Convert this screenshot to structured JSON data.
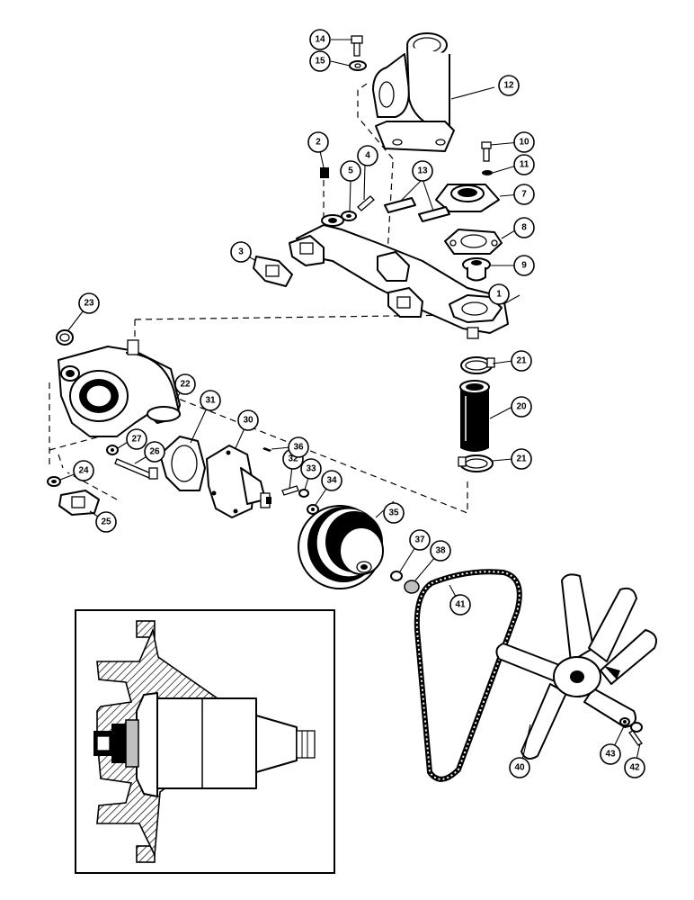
{
  "diagram": {
    "callouts": [
      {
        "label": "1"
      },
      {
        "label": "2"
      },
      {
        "label": "3"
      },
      {
        "label": "4"
      },
      {
        "label": "5"
      },
      {
        "label": "7"
      },
      {
        "label": "8"
      },
      {
        "label": "9"
      },
      {
        "label": "10"
      },
      {
        "label": "11"
      },
      {
        "label": "12"
      },
      {
        "label": "13"
      },
      {
        "label": "14"
      },
      {
        "label": "15"
      },
      {
        "label": "20"
      },
      {
        "label": "21"
      },
      {
        "label": "21"
      },
      {
        "label": "22"
      },
      {
        "label": "23"
      },
      {
        "label": "24"
      },
      {
        "label": "25"
      },
      {
        "label": "26"
      },
      {
        "label": "27"
      },
      {
        "label": "30"
      },
      {
        "label": "31"
      },
      {
        "label": "32"
      },
      {
        "label": "33"
      },
      {
        "label": "34"
      },
      {
        "label": "35"
      },
      {
        "label": "36"
      },
      {
        "label": "37"
      },
      {
        "label": "38"
      },
      {
        "label": "40"
      },
      {
        "label": "41"
      },
      {
        "label": "42"
      },
      {
        "label": "43"
      }
    ],
    "colors": {
      "ink": "#000000",
      "paper": "#ffffff",
      "shade": "#bfbfbf"
    }
  }
}
